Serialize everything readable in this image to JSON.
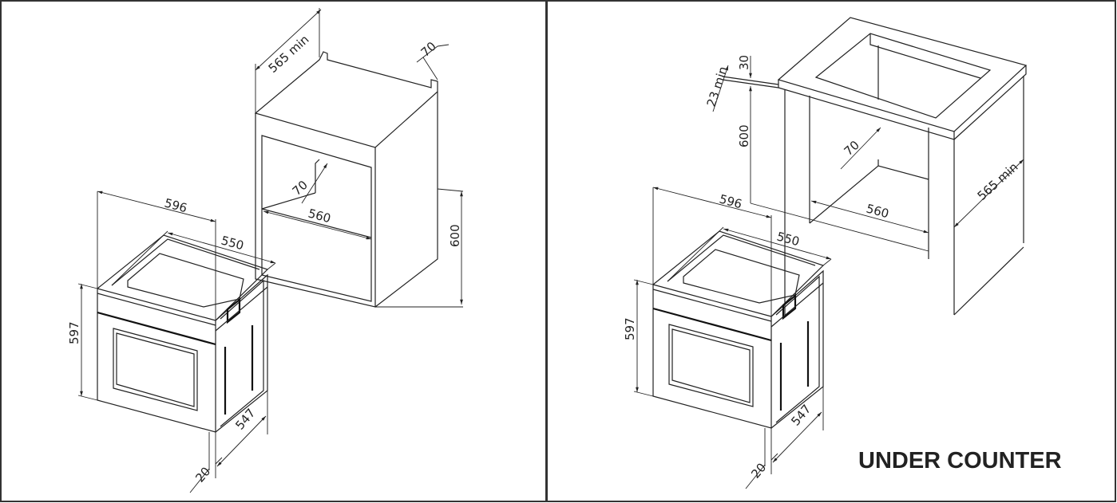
{
  "left_panel": {
    "dimensions": {
      "cabinet_depth": "565 min",
      "rear_gap_top": "70",
      "rear_gap_inner": "70",
      "opening_width": "560",
      "opening_height": "600",
      "oven_width": "596",
      "oven_inner_width": "550",
      "oven_height": "597",
      "oven_depth": "547",
      "front_depth": "20"
    }
  },
  "right_panel": {
    "title": "UNDER COUNTER",
    "dimensions": {
      "counter_thickness": "30",
      "gap": "23 min",
      "opening_height": "600",
      "rear_gap": "70",
      "opening_width": "560",
      "cabinet_depth": "565 min",
      "oven_width": "596",
      "oven_inner_width": "550",
      "oven_height": "597",
      "oven_depth": "547",
      "front_depth": "20"
    }
  }
}
